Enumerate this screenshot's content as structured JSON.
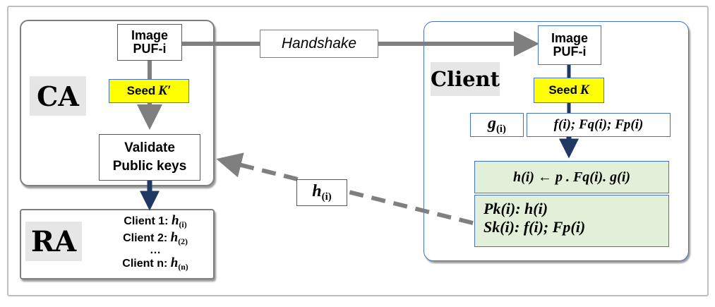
{
  "ca": {
    "label": "CA",
    "seed_label": "Seed",
    "seed_var": "K′",
    "image_box": [
      "Image",
      "PUF-i"
    ],
    "validate_box": [
      "Validate",
      "Public keys"
    ]
  },
  "ra": {
    "label": "RA",
    "lines": [
      {
        "prefix": "Client 1: ",
        "var": "h",
        "sub": "(i)"
      },
      {
        "prefix": "Client 2: ",
        "var": "h",
        "sub": "(2)"
      },
      {
        "prefix": "…",
        "var": "",
        "sub": ""
      },
      {
        "prefix": "Client n: ",
        "var": "h",
        "sub": "(n)"
      }
    ]
  },
  "handshake_label": "Handshake",
  "h_label": {
    "var": "h",
    "sub": "(i)"
  },
  "client": {
    "label": "Client",
    "seed_label": "Seed",
    "seed_var": "K",
    "image_box": [
      "Image",
      "PUF-i"
    ],
    "g_box": {
      "var": "g",
      "sub": "(i)"
    },
    "f_box": "f(i); Fq(i); Fp(i)",
    "h_eq": "h(i) ← p . Fq(i). g(i)",
    "pk_line": "Pk(i): h(i)",
    "sk_line": "Sk(i): f(i); Fp(i)"
  },
  "colors": {
    "seed": "#ffff00",
    "green": "#e2efd9",
    "navy": "#1f3864",
    "gray_arrow": "#7f7f7f"
  }
}
